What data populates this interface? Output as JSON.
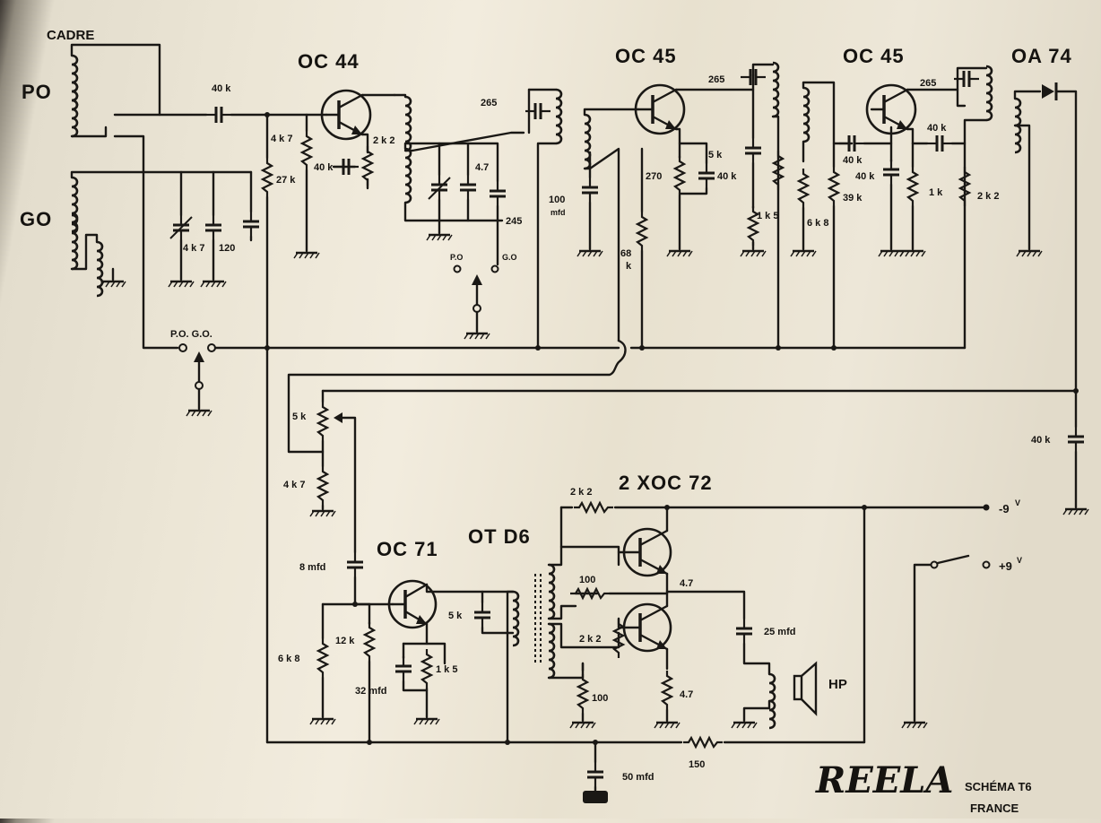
{
  "labels": {
    "cadre": "CADRE",
    "po": "PO",
    "go": "GO",
    "po_go_switch": "P.O.   G.O.",
    "po_small": "P.O",
    "go_small": "G.O",
    "t1": "OC 44",
    "t2": "OC 45",
    "t3": "OC 45",
    "diode": "OA 74",
    "driver": "OC 71",
    "transformer": "OT D6",
    "output_pair": "2 XOC 72",
    "hp": "HP",
    "supply_neg": "-9",
    "supply_pos": "+9",
    "supply_unit": "V",
    "brand": "REELA",
    "schema": "SCHÉMA T6",
    "country": "FRANCE"
  },
  "values": {
    "c_in": "40 k",
    "r_4k7_a": "4 k 7",
    "r_27k": "27 k",
    "r_2k2_a": "2 k 2",
    "r_40k_a": "40 k",
    "c_4k7_var": "4 k 7",
    "c_120": "120",
    "c_265_a": "265",
    "c_4_7": "4.7",
    "c_245": "245",
    "c_100mfd": "100",
    "mfd": "mfd",
    "r_68k": "68",
    "k": "k",
    "c_265_b": "265",
    "r_5k": "5 k",
    "r_270": "270",
    "c_40k_b": "40 k",
    "r_1k5_a": "1 k 5",
    "r_6k8_a": "6 k 8",
    "r_39k": "39 k",
    "c_265_c": "265",
    "c_40k_c": "40 k",
    "c_40k_d": "40 k",
    "c_40k_e": "40 k",
    "r_1k": "1 k",
    "r_2k2_b": "2 k 2",
    "c_40k_f": "40 k",
    "pot_5k": "5 k",
    "r_4k7_b": "4 k 7",
    "c_8mfd": "8 mfd",
    "r_6k8_b": "6 k 8",
    "r_12k": "12 k",
    "c_32mfd": "32 mfd",
    "r_1k5_b": "1 k 5",
    "c_5k": "5 k",
    "r_2k2_c": "2 k 2",
    "r_100_a": "100",
    "r_2k2_d": "2 k 2",
    "r_100_b": "100",
    "r_4_7_a": "4.7",
    "r_4_7_b": "4.7",
    "c_25mfd": "25 mfd",
    "r_150": "150",
    "c_50mfd": "50 mfd"
  }
}
